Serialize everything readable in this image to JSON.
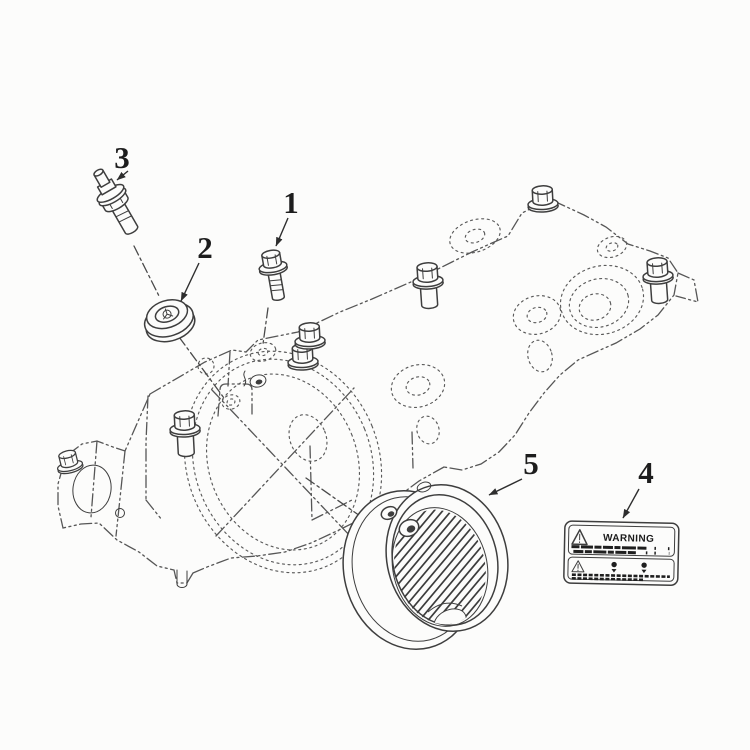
{
  "figure": {
    "type": "exploded-parts-diagram",
    "background_color": "#fcfcfb",
    "line_color": "#3e3e3e"
  },
  "callouts": [
    {
      "label": "1"
    },
    {
      "label": "2"
    },
    {
      "label": "3"
    },
    {
      "label": "4"
    },
    {
      "label": "5"
    }
  ],
  "warning_label": {
    "heading": "WARNING"
  }
}
